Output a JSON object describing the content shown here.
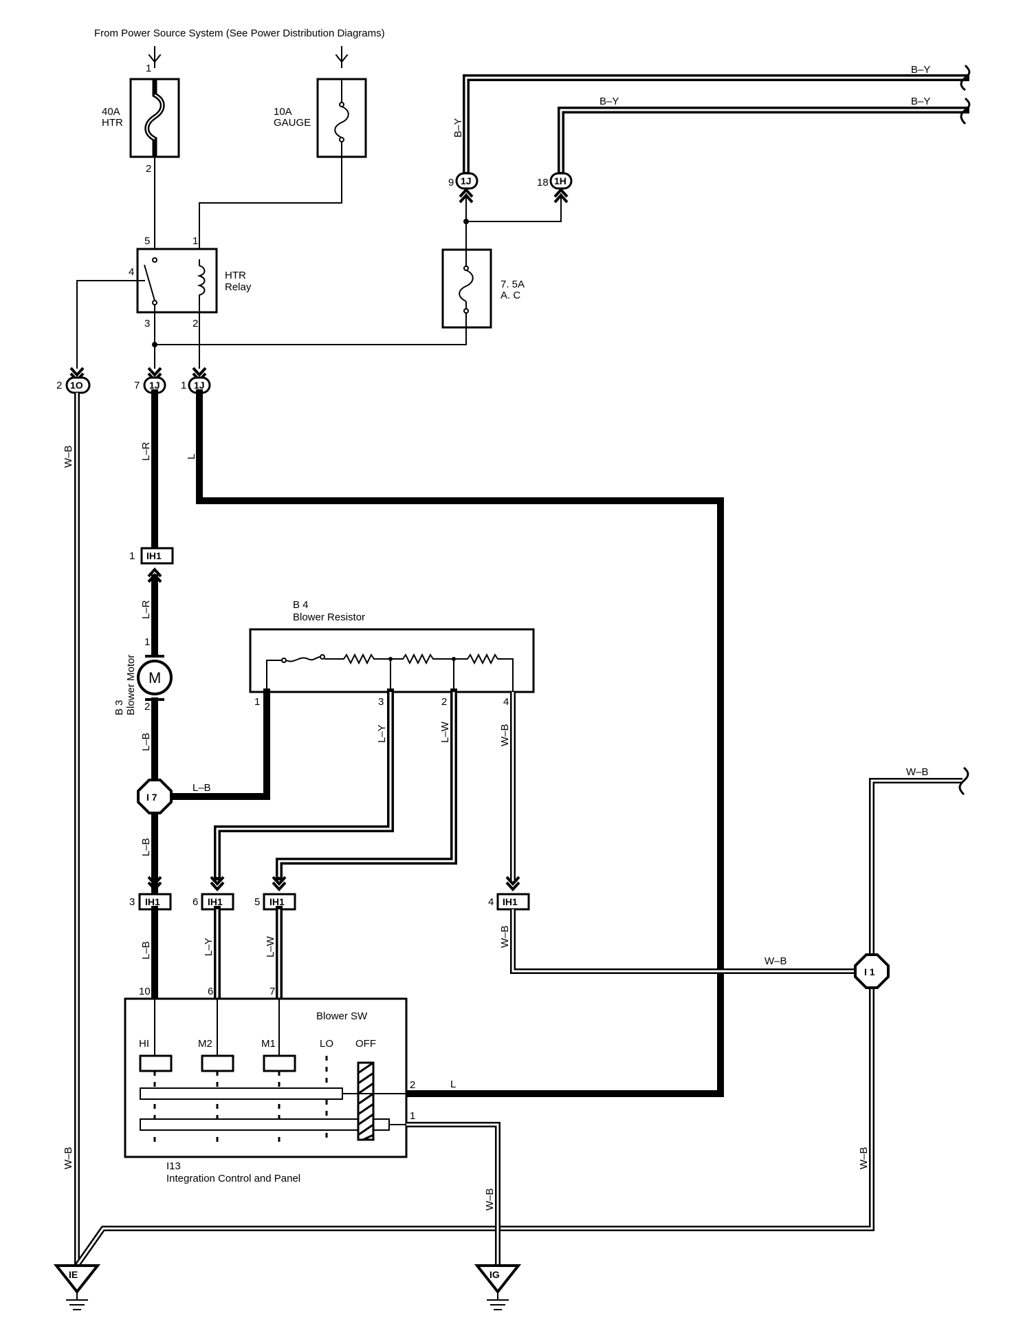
{
  "header": {
    "source_note": "From Power Source System (See Power Distribution Diagrams)"
  },
  "fuses": [
    {
      "amp": "40A",
      "name": "HTR",
      "pin_top": "1",
      "pin_bottom": "2"
    },
    {
      "amp": "10A",
      "name": "GAUGE"
    },
    {
      "amp": "7. 5A",
      "name": "A. C"
    }
  ],
  "relay": {
    "line1": "HTR",
    "line2": "Relay",
    "pins": [
      "5",
      "1",
      "4",
      "3",
      "2"
    ]
  },
  "connectors": {
    "c_1j_9": {
      "pin": "9",
      "label": "1J"
    },
    "c_1h_18": {
      "pin": "18",
      "label": "1H"
    },
    "c_1o_2": {
      "pin": "2",
      "label": "1O"
    },
    "c_1j_7": {
      "pin": "7",
      "label": "1J"
    },
    "c_1j_1": {
      "pin": "1",
      "label": "1J"
    },
    "c_ih1_1": {
      "pin": "1",
      "label": "IH1"
    },
    "c_ih1_3": {
      "pin": "3",
      "label": "IH1"
    },
    "c_ih1_6": {
      "pin": "6",
      "label": "IH1"
    },
    "c_ih1_5": {
      "pin": "5",
      "label": "IH1"
    },
    "c_ih1_4": {
      "pin": "4",
      "label": "IH1"
    }
  },
  "junctions": {
    "j_i7": "I 7",
    "j_i1": "I 1"
  },
  "grounds": {
    "g_ie": "IE",
    "g_ig": "IG"
  },
  "wires": {
    "by_1": "B–Y",
    "by_2": "B–Y",
    "by_3": "B–Y",
    "wb_left_top": "W–B",
    "wb_left_bottom": "W–B",
    "lr_1": "L–R",
    "lr_2": "L–R",
    "l_1": "L",
    "l_2": "L",
    "lb_1": "L–B",
    "lb_2": "L–B",
    "lb_3": "L–B",
    "lb_4": "L–B",
    "ly_1": "L–Y",
    "ly_2": "L–Y",
    "lw_1": "L–W",
    "lw_2": "L–W",
    "wb_res": "W–B",
    "wb_ih1": "W–B",
    "wb_mid": "W–B",
    "wb_top_right": "W–B",
    "wb_right": "W–B",
    "wb_sw": "W–B"
  },
  "blower_motor": {
    "code": "B 3",
    "name": "Blower Motor",
    "symbol": "M",
    "pin_top": "1",
    "pin_bottom": "2"
  },
  "blower_resistor": {
    "code": "B 4",
    "name": "Blower Resistor",
    "pins": [
      "1",
      "3",
      "2",
      "4"
    ]
  },
  "blower_switch": {
    "title": "Blower SW",
    "positions": [
      "HI",
      "M2",
      "M1",
      "LO",
      "OFF"
    ],
    "top_pins": [
      "10",
      "6",
      "7"
    ],
    "side_pins": [
      "2",
      "1"
    ],
    "code": "I13",
    "name": "Integration Control and Panel"
  }
}
